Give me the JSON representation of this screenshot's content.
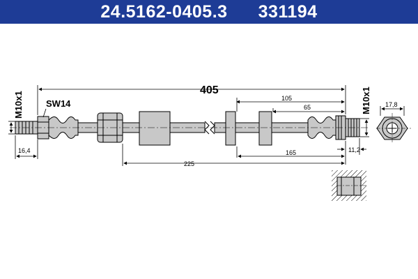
{
  "header": {
    "part_number": "24.5162-0405.3",
    "ref_number": "331194"
  },
  "dimensions": {
    "total_length": "405",
    "d_105": "105",
    "d_65": "65",
    "d_165": "165",
    "d_225": "225",
    "d_16_4": "16,4",
    "d_11_2": "11,2",
    "d_17_8": "17,8"
  },
  "labels": {
    "thread_left": "M10x1",
    "thread_right": "M10x1",
    "wrench_size": "SW14"
  },
  "colors": {
    "header_bg": "#1e3c96",
    "header_text": "#ffffff",
    "part_fill": "#c8c8c8",
    "line": "#000000"
  }
}
